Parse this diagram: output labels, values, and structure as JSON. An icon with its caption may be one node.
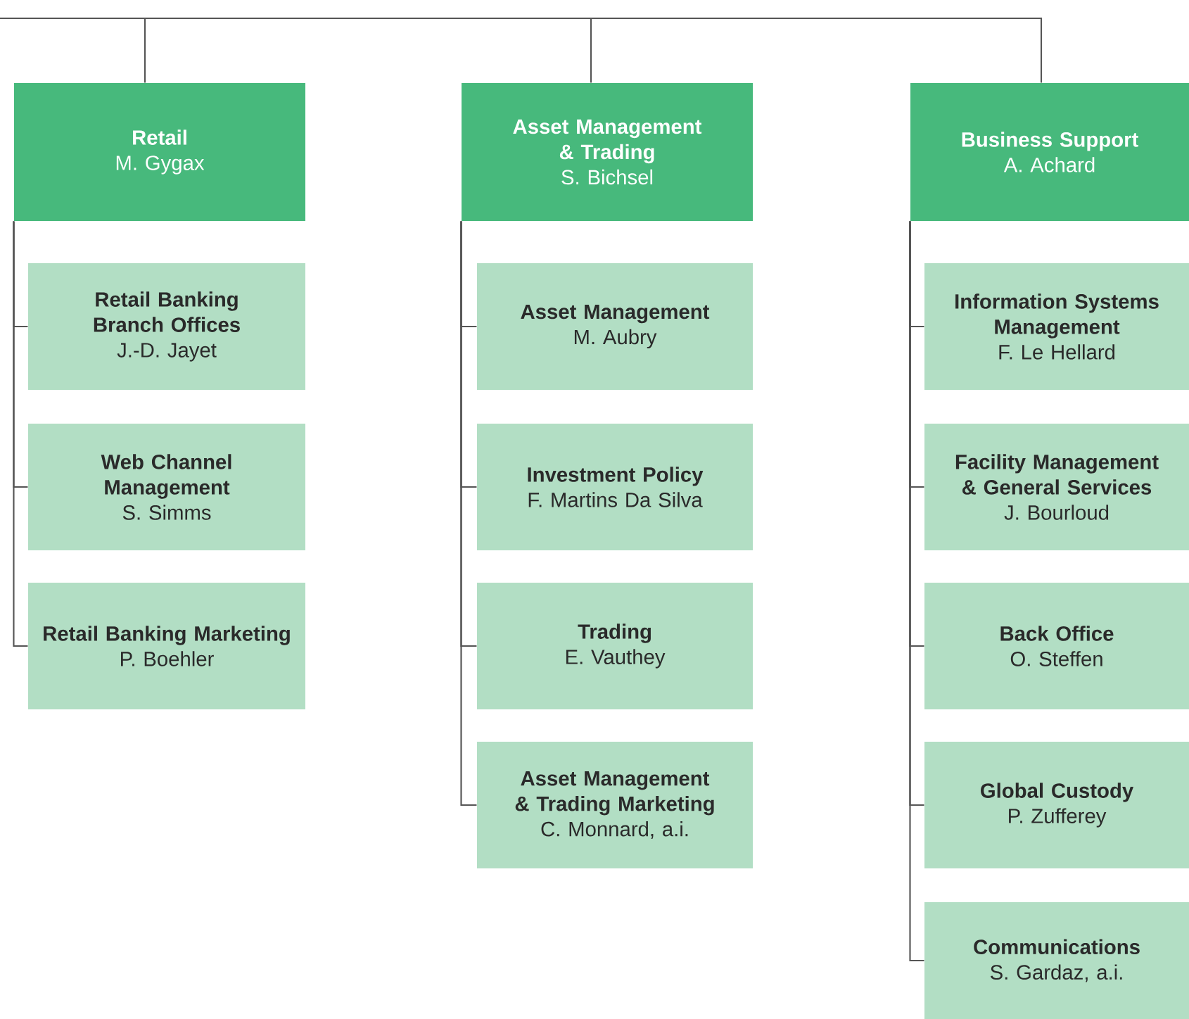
{
  "diagram": {
    "nodes": [
      {
        "text": [
          "Retail",
          "M. Gygax"
        ]
      },
      {
        "text": [
          "Retail Banking Branch Offices",
          "J.-D. Jayet"
        ]
      },
      {
        "text": [
          "Web Channel Management",
          "S. Simms"
        ]
      },
      {
        "text": [
          "Retail Banking Marketing",
          "P. Boehler"
        ]
      },
      {
        "text": [
          "Asset Management & Trading",
          "S. Bichsel"
        ]
      },
      {
        "text": [
          "Asset Management",
          "M. Aubry"
        ]
      },
      {
        "text": [
          "Investment Policy",
          "F. Martins Da Silva"
        ]
      },
      {
        "text": [
          "Trading",
          "E. Vauthey"
        ]
      },
      {
        "text": [
          "Asset Management & Trading Marketing",
          "C. Monnard, a.i."
        ]
      },
      {
        "text": [
          "Business Support",
          "A. Achard"
        ]
      },
      {
        "text": [
          "Information Systems Management",
          "F. Le Hellard"
        ]
      },
      {
        "text": [
          "Facility Management & General Services",
          "J. Bourloud"
        ]
      },
      {
        "text": [
          "Back Office",
          "O. Steffen"
        ]
      },
      {
        "text": [
          "Global Custody",
          "P. Zufferey"
        ]
      },
      {
        "text": [
          "Communications",
          "S. Gardaz, a.i."
        ]
      }
    ],
    "edges": [
      {
        "from": null,
        "to": 0,
        "arrow": "none"
      },
      {
        "from": null,
        "to": 4,
        "arrow": "none"
      },
      {
        "from": null,
        "to": 9,
        "arrow": "none"
      },
      {
        "from": 0,
        "to": 1,
        "arrow": "none"
      },
      {
        "from": 0,
        "to": 2,
        "arrow": "none"
      },
      {
        "from": 0,
        "to": 3,
        "arrow": "none"
      },
      {
        "from": 4,
        "to": 5,
        "arrow": "none"
      },
      {
        "from": 4,
        "to": 6,
        "arrow": "none"
      },
      {
        "from": 4,
        "to": 7,
        "arrow": "none"
      },
      {
        "from": 4,
        "to": 8,
        "arrow": "none"
      },
      {
        "from": 9,
        "to": 10,
        "arrow": "none"
      },
      {
        "from": 9,
        "to": 11,
        "arrow": "none"
      },
      {
        "from": 9,
        "to": 12,
        "arrow": "none"
      },
      {
        "from": 9,
        "to": 13,
        "arrow": "none"
      },
      {
        "from": 9,
        "to": 14,
        "arrow": "none"
      }
    ]
  }
}
